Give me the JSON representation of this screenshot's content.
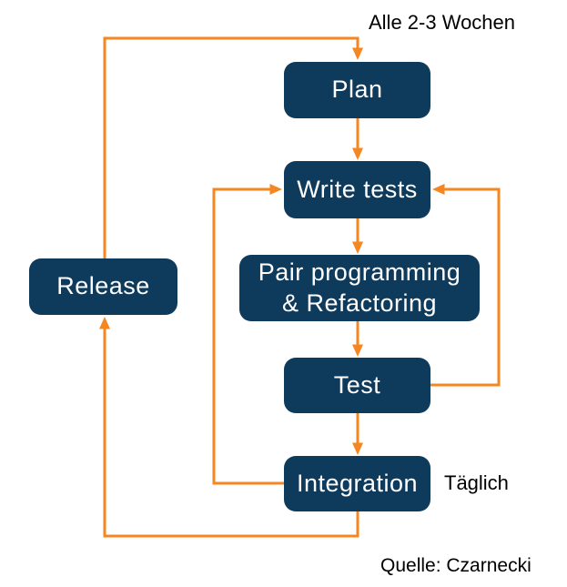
{
  "nodes": {
    "plan": {
      "label": "Plan"
    },
    "write_tests": {
      "label": "Write tests"
    },
    "pair_refactoring": {
      "line1": "Pair programming",
      "line2": "& Refactoring"
    },
    "test": {
      "label": "Test"
    },
    "integration": {
      "label": "Integration"
    },
    "release": {
      "label": "Release"
    }
  },
  "annotations": {
    "iteration_cycle": "Alle 2-3 Wochen",
    "daily_cycle": "Täglich",
    "source": "Quelle: Czarnecki"
  },
  "colors": {
    "node_fill": "#0E3A5C",
    "node_text": "#FFFFFF",
    "arrow": "#F6861F",
    "text": "#000000",
    "background": "#FFFFFF"
  }
}
